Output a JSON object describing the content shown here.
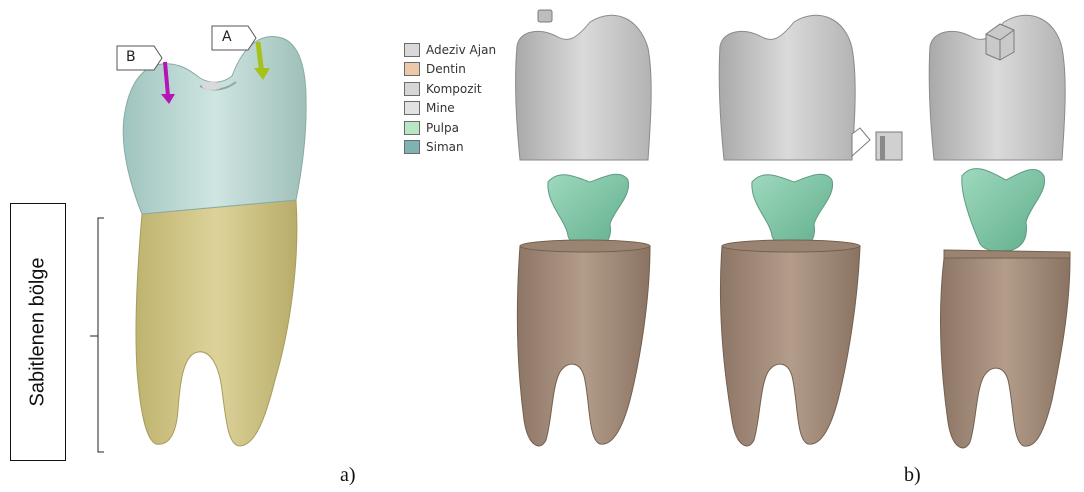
{
  "fixed_region_label": "Sabitlenen bölge",
  "panel_a_label": "a)",
  "panel_b_label": "b)",
  "load_points": {
    "a": "A",
    "b": "B"
  },
  "legend": [
    {
      "label": "Adeziv Ajan",
      "color": "#d9d9d9"
    },
    {
      "label": "Dentin",
      "color": "#ecc9a8"
    },
    {
      "label": "Kompozit",
      "color": "#d6d6d6"
    },
    {
      "label": "Mine",
      "color": "#e2e2e2"
    },
    {
      "label": "Pulpa",
      "color": "#b9e7c6"
    },
    {
      "label": "Siman",
      "color": "#7fb3b1"
    }
  ],
  "colors": {
    "crown_a": "#b9d6d1",
    "root_a": "#d6cb8a",
    "crown_b": "#c7c7c7",
    "pulp": "#7dc4a6",
    "root_b": "#a58b78"
  }
}
